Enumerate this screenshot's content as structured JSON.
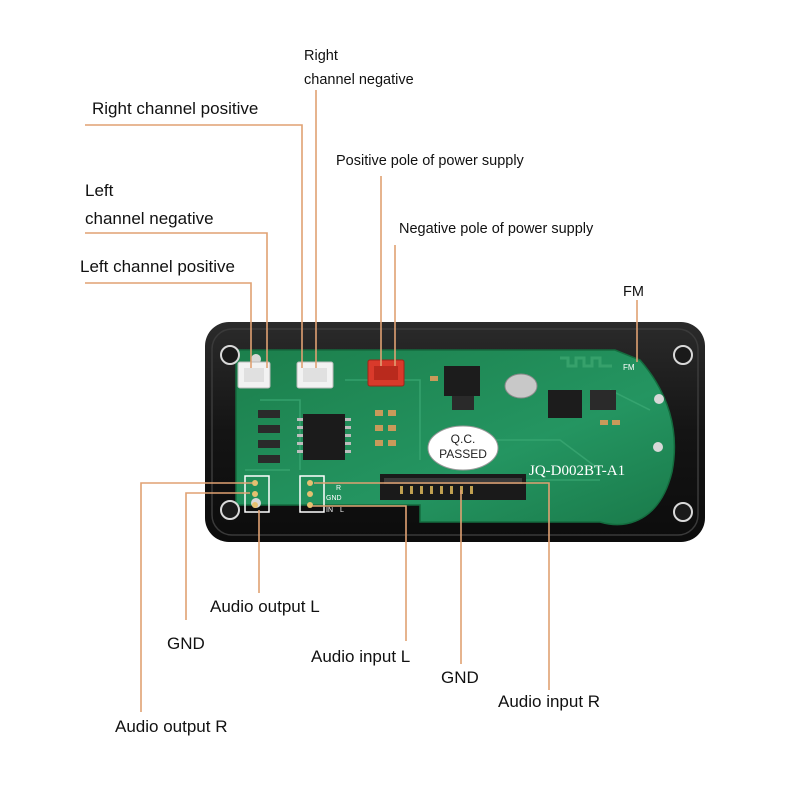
{
  "labels": {
    "right_pos": "Right channel positive",
    "right_neg_1": "Right",
    "right_neg_2": "channel negative",
    "left_neg_1": "Left",
    "left_neg_2": "channel negative",
    "left_pos": "Left channel positive",
    "power_pos": "Positive pole of power supply",
    "power_neg": "Negative pole of power supply",
    "fm": "FM",
    "audio_out_l": "Audio output L",
    "gnd_1": "GND",
    "audio_in_l": "Audio input L",
    "gnd_2": "GND",
    "audio_in_r": "Audio input R",
    "audio_out_r": "Audio output R"
  },
  "board": {
    "qc_line1": "Q.C.",
    "qc_line2": "PASSED",
    "model": "JQ-D002BT-A1",
    "silk_fm": "FM",
    "silk_gnd": "GND",
    "silk_r": "R",
    "silk_l": "L",
    "silk_in": "IN"
  },
  "colors": {
    "leader": "#e0a172",
    "pcb": "#1f8a55",
    "bezel": "#151515"
  }
}
